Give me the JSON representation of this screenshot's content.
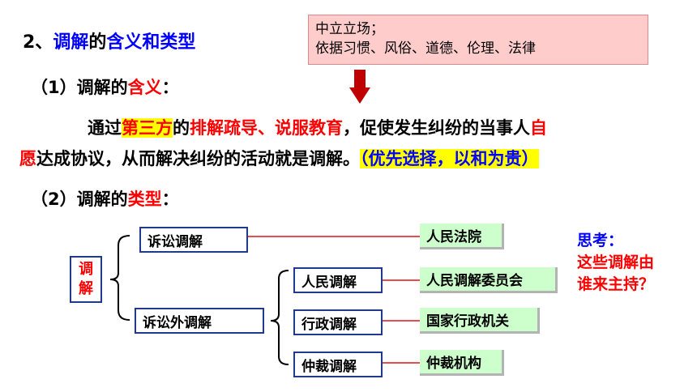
{
  "title": {
    "prefix": "2、",
    "key": "调解",
    "de": "的",
    "topic": "含义和类型"
  },
  "note": {
    "line1": "中立立场；",
    "line2": "依据习惯、风俗、道德、伦理、法律"
  },
  "section1": {
    "label": "（1）调解的",
    "key": "含义",
    "colon": "："
  },
  "definition": {
    "s1": "通过",
    "s2": "第三方",
    "s3": "的",
    "s4": "排解疏导、说服教育",
    "s5": "，促使发生纠纷的当事人",
    "s6": "自",
    "s7": "愿",
    "s8": "达成协议，从而解决纠纷的活动就是调解。",
    "s9": "（优先选择，以和为贵）"
  },
  "section2": {
    "label": "（2）调解的",
    "key": "类型",
    "colon": "："
  },
  "diagram": {
    "root_char1": "调",
    "root_char2": "解",
    "litigation": "诉讼调解",
    "non_litigation": "诉讼外调解",
    "people": "人民调解",
    "admin": "行政调解",
    "arbitration": "仲裁调解",
    "court": "人民法院",
    "committee": "人民调解委员会",
    "agency": "国家行政机关",
    "arb_body": "仲裁机构"
  },
  "think": {
    "label": "思考：",
    "question": "这些调解由谁来主持？"
  },
  "colors": {
    "blue": "#0000ff",
    "red": "#ff0000",
    "note_bg": "#ffcccc",
    "green_box": "#ccffcc",
    "highlight": "#ffff00",
    "arrow": "#c00000"
  }
}
